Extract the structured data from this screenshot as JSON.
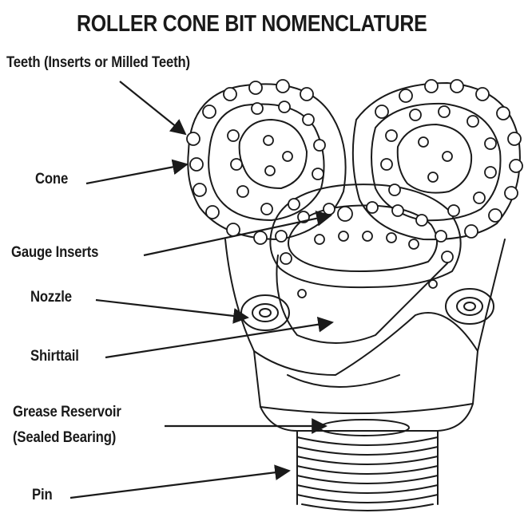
{
  "title": "ROLLER CONE BIT NOMENCLATURE",
  "labels": {
    "teeth": "Teeth (Inserts or Milled Teeth)",
    "cone": "Cone",
    "gauge_inserts": "Gauge Inserts",
    "nozzle": "Nozzle",
    "shirttail": "Shirttail",
    "grease_reservoir_line1": "Grease Reservoir",
    "grease_reservoir_line2": "(Sealed Bearing)",
    "pin": "Pin"
  },
  "colors": {
    "ink": "#1a1a1a",
    "background": "#ffffff"
  }
}
